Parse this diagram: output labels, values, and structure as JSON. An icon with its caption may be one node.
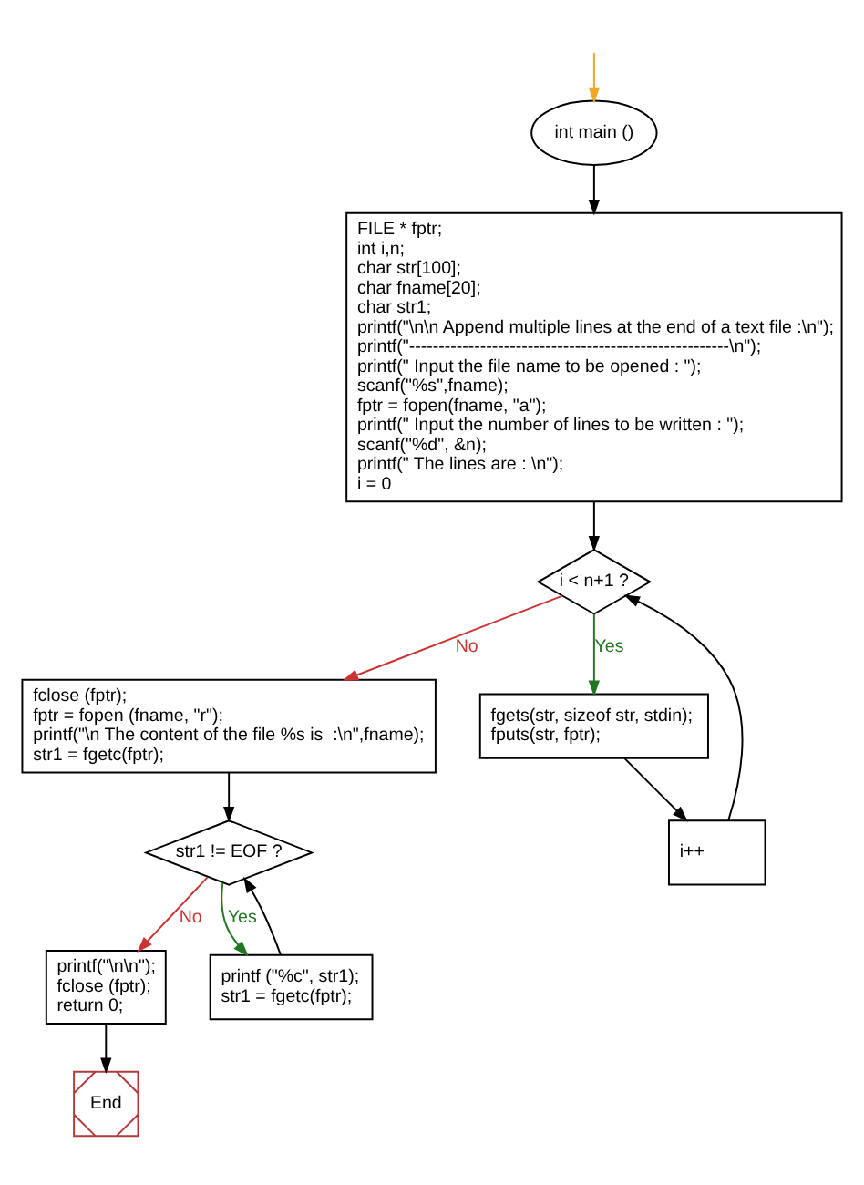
{
  "diagram": {
    "nodes": [
      {
        "text": [
          "int main ()"
        ]
      },
      {
        "text": [
          "FILE * fptr;",
          "int i,n;",
          "char str[100];",
          "char fname[20];",
          "char str1;",
          "printf(\"\\n\\n Append multiple lines at the end of a text file :\\n\");",
          "printf(\"------------------------------------------------------\\n\");",
          "printf(\" Input the file name to be opened : \");",
          "scanf(\"%s\",fname);",
          "fptr = fopen(fname, \"a\");",
          "printf(\" Input the number of lines to be written : \");",
          "scanf(\"%d\", &n);",
          "printf(\" The lines are : \\n\");",
          "i = 0"
        ]
      },
      {
        "text": [
          "i < n+1 ?"
        ]
      },
      {
        "text": [
          "fclose (fptr);",
          "fptr = fopen (fname, \"r\");",
          "printf(\"\\n The content of the file %s is  :\\n\",fname);",
          "str1 = fgetc(fptr);"
        ]
      },
      {
        "text": [
          "fgets(str, sizeof str, stdin);",
          "fputs(str, fptr);"
        ]
      },
      {
        "text": [
          "i++"
        ]
      },
      {
        "text": [
          "str1 != EOF ?"
        ]
      },
      {
        "text": [
          "printf(\"\\n\\n\");",
          "fclose (fptr);",
          "return 0;"
        ]
      },
      {
        "text": [
          "printf (\"%c\", str1);",
          "str1 = fgetc(fptr);"
        ]
      },
      {
        "text": [
          "End"
        ]
      }
    ],
    "edges": [
      {
        "from": null,
        "to": 0,
        "arrow": "to",
        "color": "#f5a623"
      },
      {
        "from": 0,
        "to": 1,
        "arrow": "to"
      },
      {
        "from": 1,
        "to": 2,
        "arrow": "to"
      },
      {
        "from": 2,
        "to": 3,
        "arrow": "to",
        "label": "No",
        "color": "#cc3333"
      },
      {
        "from": 2,
        "to": 4,
        "arrow": "to",
        "label": "Yes",
        "color": "#227722"
      },
      {
        "from": 4,
        "to": 5,
        "arrow": "to"
      },
      {
        "from": 5,
        "to": 2,
        "arrow": "to"
      },
      {
        "from": 3,
        "to": 6,
        "arrow": "to"
      },
      {
        "from": 6,
        "to": 7,
        "arrow": "to",
        "label": "No",
        "color": "#cc3333"
      },
      {
        "from": 6,
        "to": 8,
        "arrow": "to",
        "label": "Yes",
        "color": "#227722"
      },
      {
        "from": 8,
        "to": 6,
        "arrow": "to"
      },
      {
        "from": 7,
        "to": 9,
        "arrow": "to"
      }
    ]
  }
}
